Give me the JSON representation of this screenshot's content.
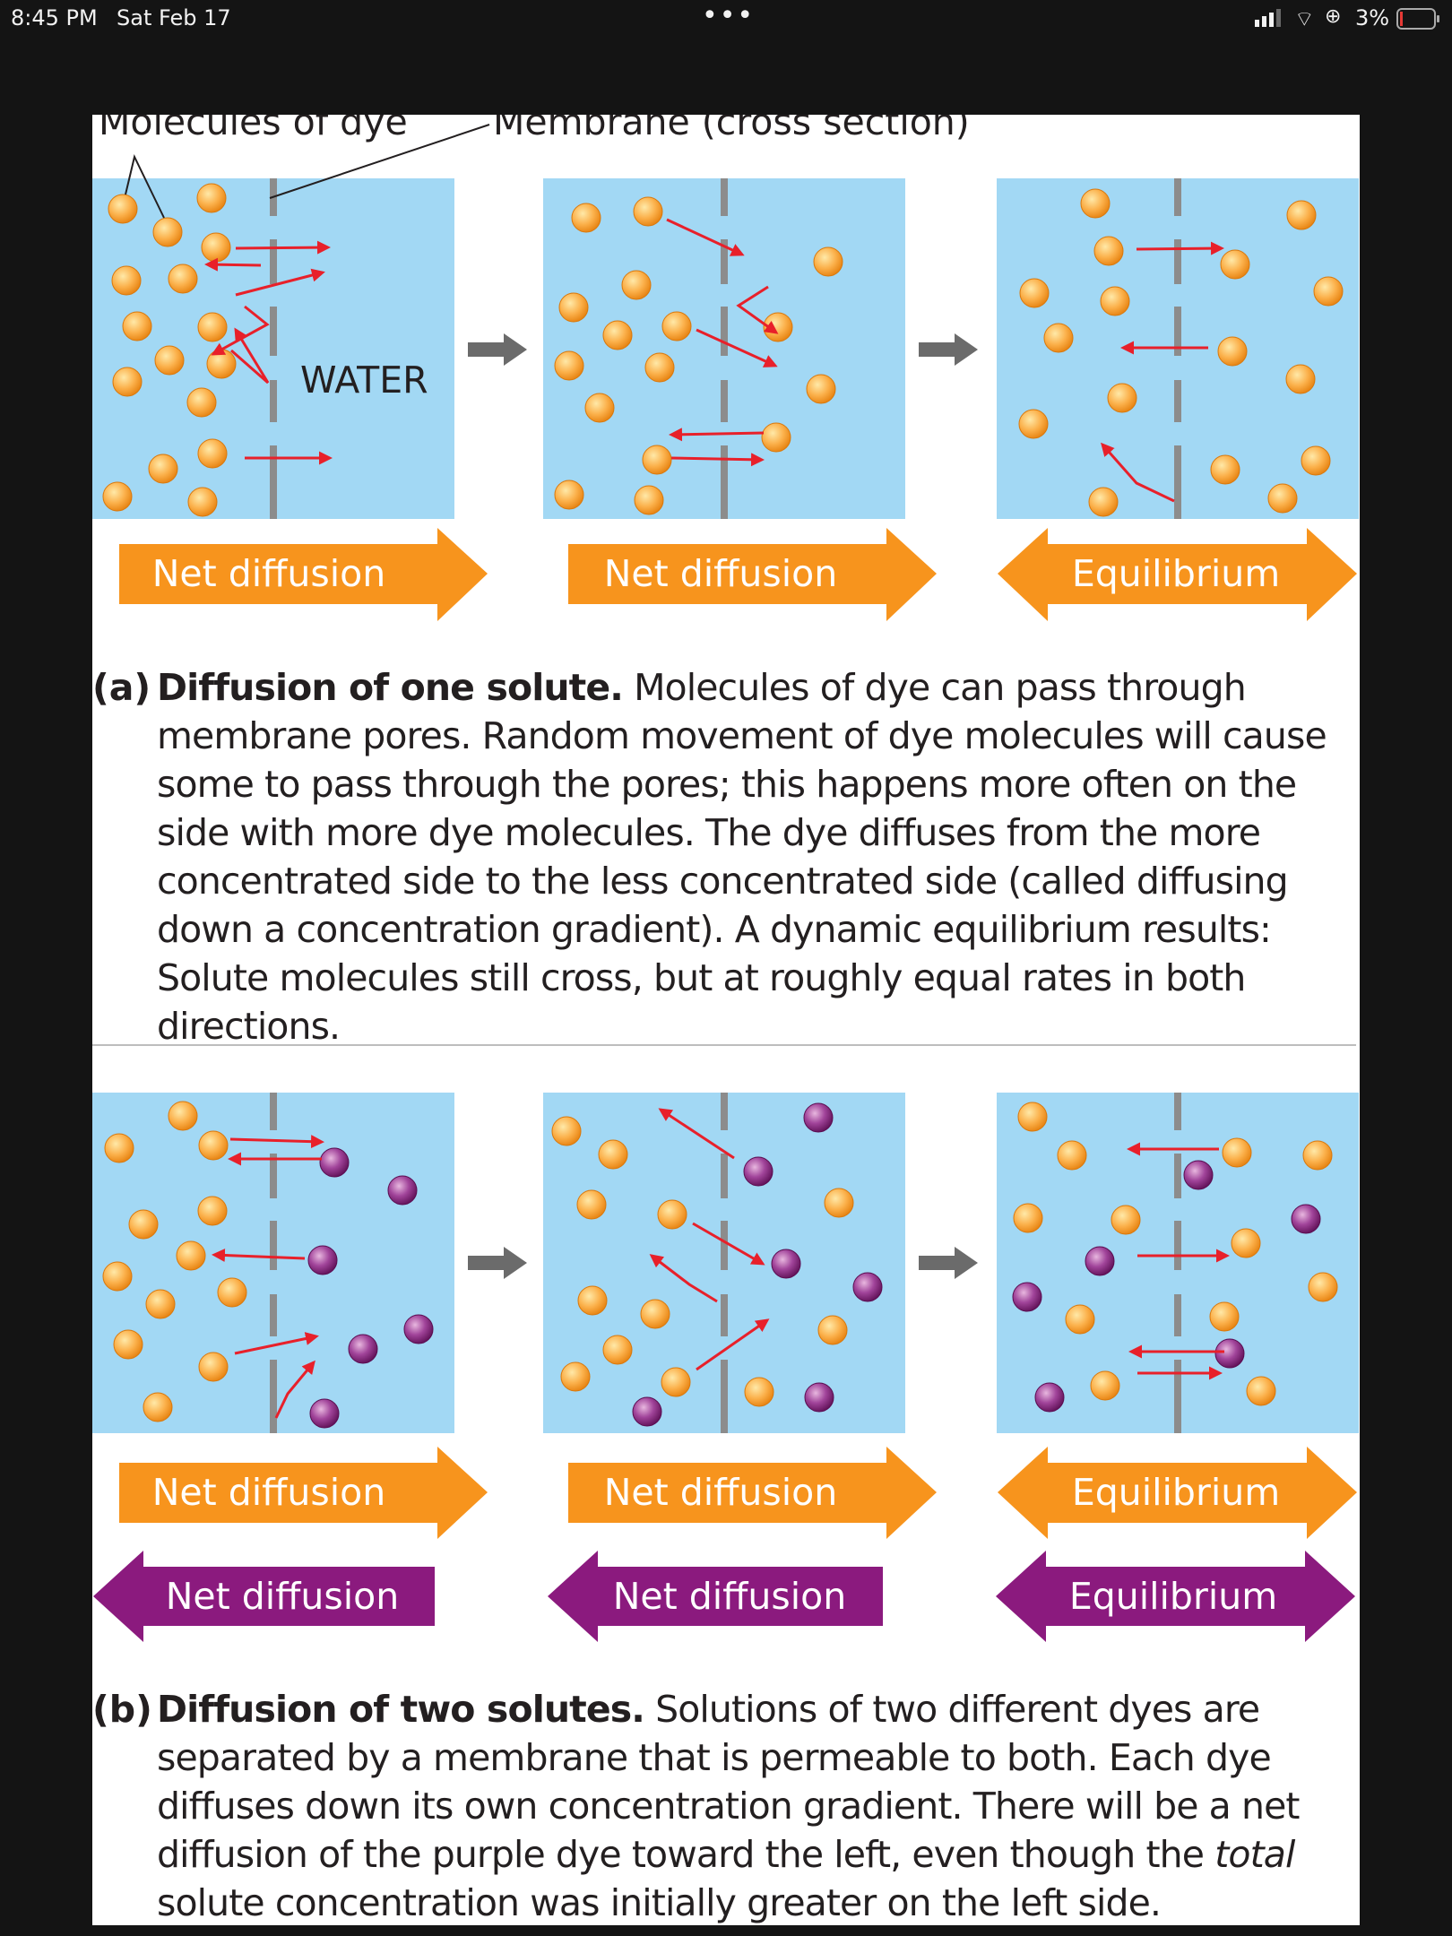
{
  "status_bar": {
    "time": "8:45 PM",
    "date": "Sat Feb 17",
    "dots": "•••",
    "battery": "3%"
  },
  "labels": {
    "molecules_of_dye": "Molecules of dye",
    "membrane": "Membrane (cross section)",
    "water": "WATER"
  },
  "arrows_a": {
    "panel1": "Net diffusion",
    "panel2": "Net diffusion",
    "panel3": "Equilibrium"
  },
  "arrows_b": {
    "orange1": "Net diffusion",
    "orange2": "Net diffusion",
    "orange3": "Equilibrium",
    "purple1": "Net diffusion",
    "purple2": "Net diffusion",
    "purple3": "Equilibrium"
  },
  "caption_a": {
    "tag": "(a)",
    "heading": "Diffusion of one solute.",
    "text": " Molecules of dye can pass through membrane pores. Random movement of dye molecules will cause some to pass through the pores; this happens more often on the side with more dye molecules. The dye diffuses from the more concentrated side to the less concentrated side (called diffusing down a concentration gradient). A dynamic equilibrium results: Solute molecules still cross, but at roughly equal rates in both directions."
  },
  "caption_b": {
    "tag": "(b)",
    "heading": "Diffusion of two solutes.",
    "text_before": " Solutions of two different dyes are sepa­rated by a membrane that is permeable to both. Each dye diffuses down its own concentration gradient. There will be a net diffusion of the purple dye toward the left, even though the ",
    "emphasis": "total",
    "text_after": " solute concentration was initially greater on the left side."
  },
  "colors": {
    "water": "#a2d8f4",
    "orange": "#f7941d",
    "purple": "#8b1a7e",
    "membrane": "#8c8c8c",
    "red_arrow": "#e8202a",
    "gray_arrow": "#6b6b6b"
  }
}
